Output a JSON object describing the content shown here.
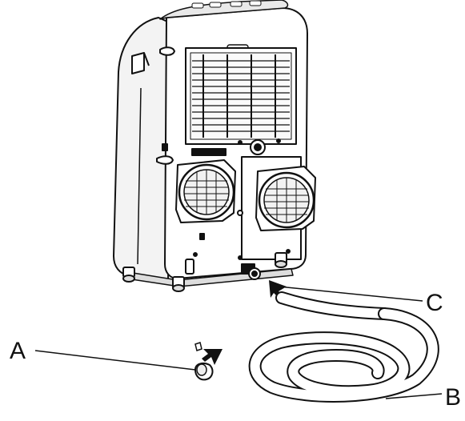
{
  "figure": {
    "callouts": {
      "a": "A",
      "b": "B",
      "c": "C"
    },
    "colors": {
      "ink": "#111111",
      "body_fill": "#ffffff",
      "shade": "#e9e9e9",
      "arrow": "#111111"
    }
  }
}
